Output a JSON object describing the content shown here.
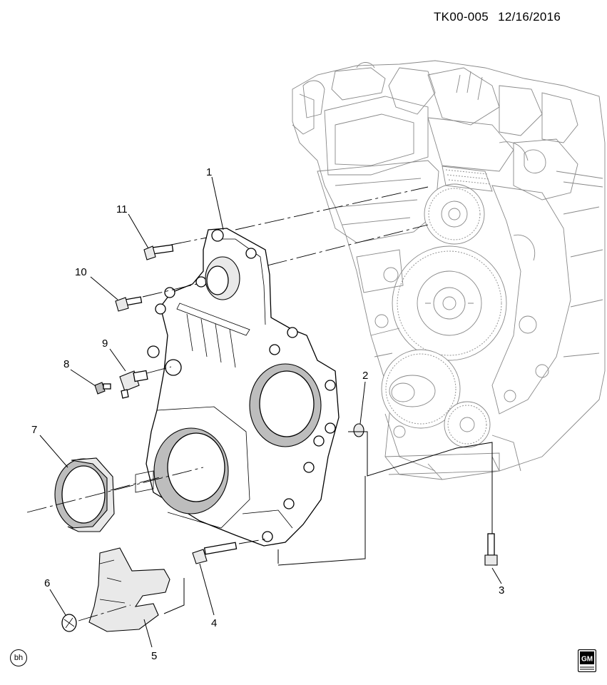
{
  "header": {
    "diagram_id": "TK00-005",
    "date": "12/16/2016"
  },
  "callouts": [
    "1",
    "2",
    "3",
    "4",
    "5",
    "6",
    "7",
    "8",
    "9",
    "10",
    "11"
  ],
  "corner_badge": "bh",
  "logo": {
    "text": "GM"
  }
}
